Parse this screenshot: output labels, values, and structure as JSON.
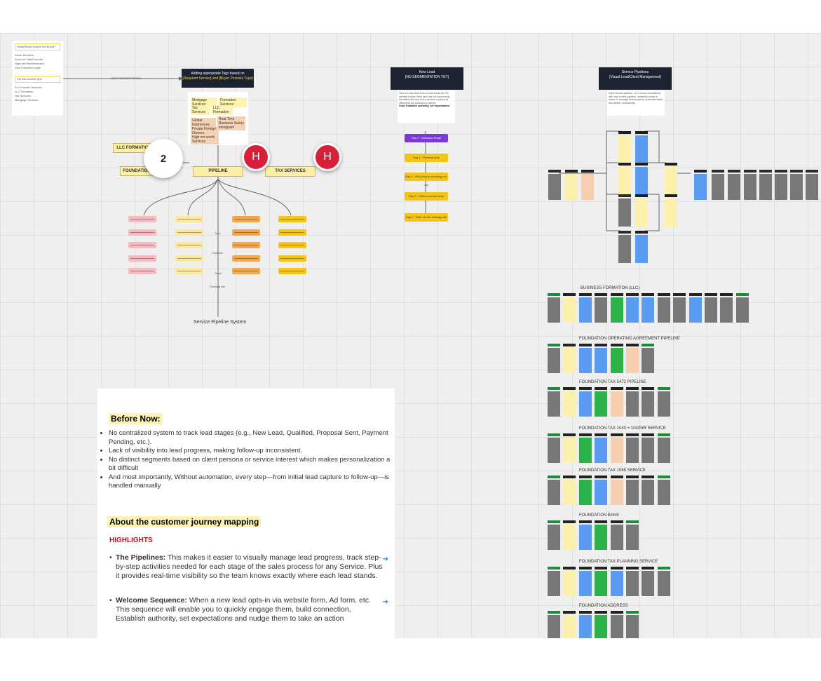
{
  "board": {
    "left_note": {
      "lines": [
        "What/Where lead is the Buyer?",
        "About Services",
        "Intros for Hire/Founder",
        "High-net Worth/Investor",
        "Solo Founder/Leader",
        "Set this section type",
        "For Founder Services",
        "LLC Formation",
        "Tax Services",
        "Mortgage Services"
      ]
    },
    "next_segmentation_label": "NEXT SEGMENTATION",
    "segmentation_header": {
      "title": "Adding appropriate Tags based on",
      "subtitle": "[Required Service] and [Buyer Persona Type]"
    },
    "tag_stickies": [
      "Mortgage Services",
      "Formation Services",
      "Tax Services",
      "LLC Formation",
      "Global businesses",
      "Real Time Business Salary immigrant",
      "Private Foreign Owners",
      "High net worth Services"
    ],
    "category_boxes": {
      "llc_formation": "LLC FORMATION",
      "foundation": "FOUNDATION",
      "pipeline": "PIPELINE",
      "tax_services": "TAX SERVICES"
    },
    "badges": {
      "number": "2",
      "h1": "H",
      "h2": "H"
    },
    "tree_labels": [
      "Type",
      "Contacts",
      "Tasks",
      "Tracking tab"
    ],
    "service_pipeline_system": "Service Pipeline System",
    "new_lead": {
      "title": "New Lead",
      "subtitle": "[NO SEGMENTATION YET]",
      "body": "This is a new lead from a local media Ad OR website contact form who has not necessarily identified with any of our service or personal offered by the outreach or survey.",
      "bold": "Goal: Establish authority, set expectations"
    },
    "welcome_steps": [
      "Day 0 - Welcome Email",
      "Day 1 - Persona quiz",
      "Day 3 - Why they're choosing us+ cta",
      "Day 5 - Client success story",
      "Day 7 - Start 15 min strategy call"
    ],
    "service_pipelines": {
      "title": "Service Pipelines",
      "subtitle": "[Visual Lead/Client Management]",
      "body": "Each service pipeline, LLC, forms, foundations with own a clear pipeline, created to make it easier to manage lead progress, automate tasks, and deliver consistently."
    },
    "lanes": [
      {
        "label": "BUSINESS FORMATION (LLC)",
        "colors": [
          "#777777",
          "#fbf1ad",
          "#5a9cf2",
          "#777777",
          "#2bb34a",
          "#5a9cf2",
          "#5a9cf2",
          "#777777",
          "#777777",
          "#5a9cf2",
          "#777777",
          "#777777",
          "#777777"
        ]
      },
      {
        "label": "FOUNDATION OPERATING AGREEMENT PIPELINE",
        "colors": [
          "#777777",
          "#fbf1ad",
          "#5a9cf2",
          "#5a9cf2",
          "#2bb34a",
          "#f6cfae",
          "#777777"
        ]
      },
      {
        "label": "FOUNDATION TAX 5472 PIPELINE",
        "colors": [
          "#777777",
          "#fbf1ad",
          "#5a9cf2",
          "#2bb34a",
          "#f6cfae",
          "#777777",
          "#777777",
          "#777777"
        ]
      },
      {
        "label": "FOUNDATION TAX 1040 + 1040NR SERVICE",
        "colors": [
          "#777777",
          "#fbf1ad",
          "#2bb34a",
          "#5a9cf2",
          "#f6cfae",
          "#777777",
          "#777777",
          "#777777"
        ]
      },
      {
        "label": "FOUNDATION TAX 1065 SERVICE",
        "colors": [
          "#777777",
          "#fbf1ad",
          "#2bb34a",
          "#5a9cf2",
          "#f6cfae",
          "#777777",
          "#777777",
          "#777777"
        ]
      },
      {
        "label": "FOUNDATION BANK",
        "colors": [
          "#777777",
          "#fbf1ad",
          "#5a9cf2",
          "#2bb34a",
          "#777777",
          "#777777"
        ]
      },
      {
        "label": "FOUNDATION TAX PLANNING SERVICE",
        "colors": [
          "#777777",
          "#fbf1ad",
          "#5a9cf2",
          "#2bb34a",
          "#5a9cf2",
          "#777777",
          "#777777",
          "#777777"
        ]
      },
      {
        "label": "FOUNDATION ADDRESS",
        "colors": [
          "#777777",
          "#fbf1ad",
          "#5a9cf2",
          "#2bb34a",
          "#777777",
          "#777777"
        ]
      }
    ]
  },
  "panel": {
    "before_title": "Before Now:",
    "before_items": [
      "No centralized system to track lead stages (e.g., New Lead, Qualified, Proposal Sent, Payment Pending, etc.).",
      "Lack of visibility into lead progress, making follow-up inconsistent.",
      "No distinct segments based on client persona or service interest which makes personalization a bit difficult",
      "And most importantly, Without automation, every step—from initial lead capture to follow-up—is handled manually"
    ],
    "about_title": "About the customer journey  mapping",
    "highlights_title": "HIGHLIGHTS",
    "pipelines_label": "The Pipelines:",
    "pipelines_text": "This makes it easier to visually manage lead progress, track step-by-step activities needed for each stage of the sales process for any Service. Plus it provides real-time visibility so the team knows exactly where each lead stands.",
    "welcome_label": "Welcome Sequence:",
    "welcome_text": "When a new lead opts-in via website form, Ad form, etc. This sequence will enable you to quickly engage them, build connection, Establish authority, set expectations and nudge them to take an action"
  }
}
